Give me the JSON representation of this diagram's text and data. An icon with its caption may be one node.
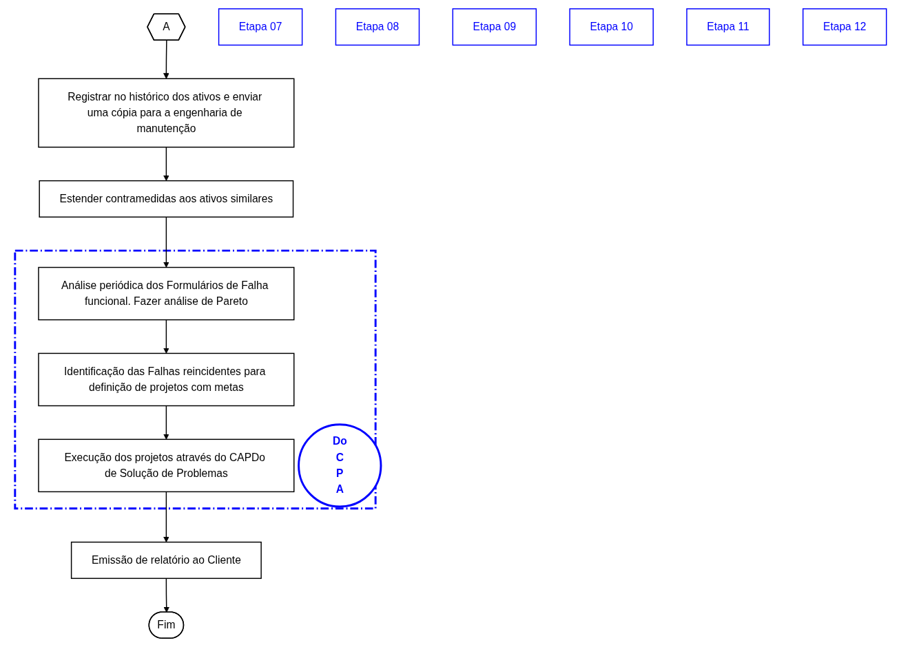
{
  "diagram": {
    "nodes": [
      {
        "text": [
          "A"
        ]
      },
      {
        "text": [
          "Registrar no histórico dos ativos e enviar uma cópia para a engenharia de manutenção"
        ]
      },
      {
        "text": [
          "Estender contramedidas aos ativos similares"
        ]
      },
      {
        "text": [],
        "shape": "box"
      },
      {
        "text": [
          "Análise periódica dos Formulários de Falha funcional. Fazer análise de Pareto"
        ],
        "in": 3
      },
      {
        "text": [
          "Identificação das Falhas reincidentes para definição de projetos com metas"
        ],
        "in": 3
      },
      {
        "text": [
          "Execução dos projetos através do CAPDo de Solução de Problemas"
        ],
        "in": 3
      },
      {
        "text": [
          "Do",
          "C",
          "P",
          "A"
        ],
        "in": 3
      },
      {
        "text": [
          "Emissão de relatório ao Cliente"
        ]
      },
      {
        "text": [
          "Fim"
        ]
      },
      {
        "text": [
          "Etapa 07"
        ]
      },
      {
        "text": [
          "Etapa 08"
        ]
      },
      {
        "text": [
          "Etapa 09"
        ]
      },
      {
        "text": [
          "Etapa 10"
        ]
      },
      {
        "text": [
          "Etapa 11"
        ]
      },
      {
        "text": [
          "Etapa 12"
        ]
      }
    ],
    "edges": [
      {
        "from": 0,
        "to": 1,
        "arrow": "to"
      },
      {
        "from": 1,
        "to": 2,
        "arrow": "to"
      },
      {
        "from": 2,
        "to": 4,
        "arrow": "to"
      },
      {
        "from": 4,
        "to": 5,
        "arrow": "to"
      },
      {
        "from": 5,
        "to": 6,
        "arrow": "to"
      },
      {
        "from": 6,
        "to": 8,
        "arrow": "to"
      },
      {
        "from": 8,
        "to": 9,
        "arrow": "to"
      }
    ]
  }
}
